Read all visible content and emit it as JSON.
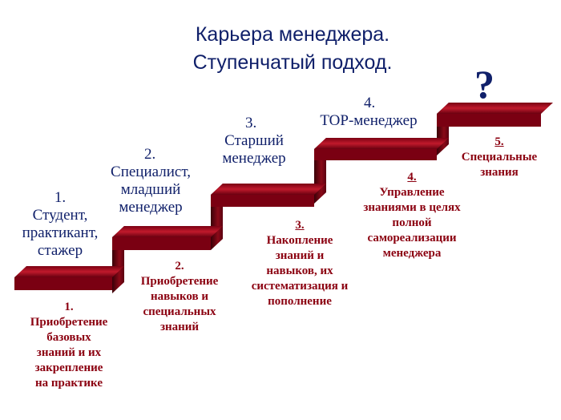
{
  "title_line1": "Карьера менеджера.",
  "title_line2": "Ступенчатый  подход.",
  "question_mark": "?",
  "colors": {
    "title": "#10206a",
    "stage_text": "#10206a",
    "knowledge_text": "#8b0010",
    "step_top": "#a0101e",
    "step_side": "#4a000a"
  },
  "stages": [
    {
      "num": "1.",
      "lines": [
        "Студент,",
        "практикант,",
        "стажер"
      ]
    },
    {
      "num": "2.",
      "lines": [
        "Специалист,",
        "младший",
        "менеджер"
      ]
    },
    {
      "num": "3.",
      "lines": [
        "Старший",
        "менеджер"
      ]
    },
    {
      "num": "4.",
      "lines": [
        "TOP-менеджер"
      ]
    }
  ],
  "knowledge": [
    {
      "num": "1.",
      "lines": [
        "Приобретение",
        "базовых",
        "знаний и их",
        "закрепление",
        "на практике"
      ]
    },
    {
      "num": "2.",
      "lines": [
        "Приобретение",
        "навыков и",
        "специальных",
        "знаний"
      ]
    },
    {
      "num": "3.",
      "lines": [
        "Накопление",
        "знаний и",
        "навыков,   их",
        "систематизация и",
        "пополнение"
      ]
    },
    {
      "num": "4.",
      "lines": [
        "Управление",
        "знаниями в целях",
        "полной",
        "самореализации",
        "менеджера"
      ]
    },
    {
      "num": "5.",
      "lines": [
        "Специальные",
        "знания"
      ]
    }
  ]
}
